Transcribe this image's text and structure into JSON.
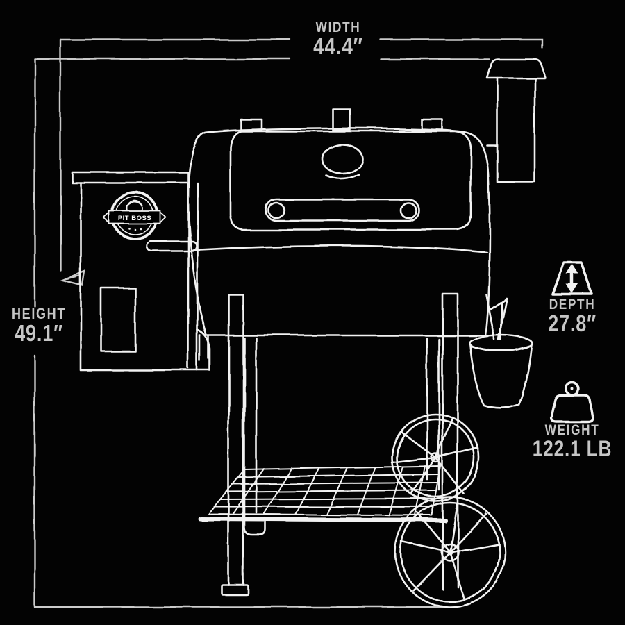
{
  "page": {
    "background": "#030303"
  },
  "colors": {
    "line": "#f2f2f2",
    "dimension_line": "#cbcbcb",
    "text": "#c6c6c6",
    "background": "#030303"
  },
  "dimensions": {
    "width": {
      "label": "WIDTH",
      "value": "44.4″"
    },
    "height": {
      "label": "HEIGHT",
      "value": "49.1″"
    },
    "depth": {
      "label": "DEPTH",
      "value": "27.8″"
    },
    "weight": {
      "label": "WEIGHT",
      "value": "122.1 LB"
    }
  },
  "logo": {
    "text": "PIT BOSS"
  },
  "icons": {
    "depth": "depth-double-arrow-icon",
    "weight": "kettlebell-weight-icon"
  }
}
